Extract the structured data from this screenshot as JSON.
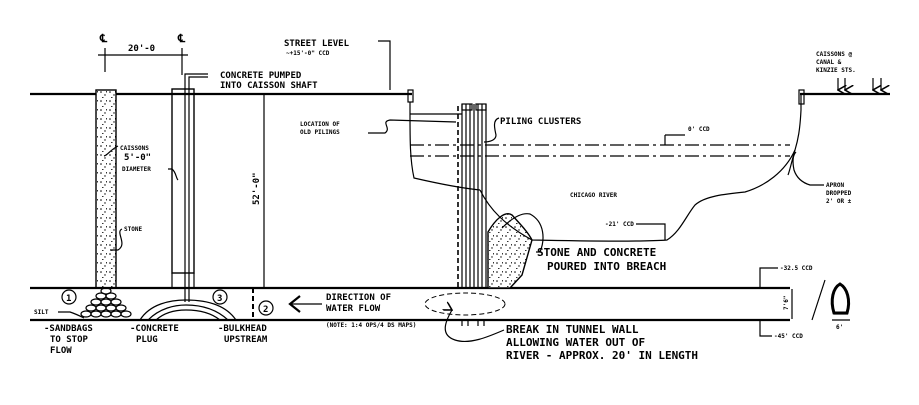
{
  "diagram": {
    "type": "engineering-section",
    "subject": "Chicago tunnel flood repair cross-section",
    "dimensions": {
      "centerline_spacing": "20'-0",
      "shaft_depth": "52'-0\"",
      "street_level_note": "~+15'-0\" CCD",
      "river_depth_top": "0' CCD",
      "river_bottom": "-21' CCD",
      "tunnel_top": "-32.5 CCD",
      "tunnel_bottom": "-45' CCD",
      "tunnel_section_width": "6'",
      "tunnel_height_note": "7'-6\""
    },
    "labels": {
      "centerline_left": "℄",
      "centerline_right": "℄",
      "street_level": "STREET LEVEL",
      "street_level_elev": "~+15'-0\" CCD",
      "concrete_pumped_1": "CONCRETE PUMPED",
      "concrete_pumped_2": "INTO CAISSON SHAFT",
      "caissons_1": "CAISSONS",
      "caissons_2": "5'-0\"",
      "caissons_3": "DIAMETER",
      "stone": "STONE",
      "depth_label": "52'-0\"",
      "silt": "SILT",
      "location_old_pilings_1": "LOCATION OF",
      "location_old_pilings_2": "OLD PILINGS",
      "piling_clusters": "PILING CLUSTERS",
      "river_datum": "0' CCD",
      "chicago_river": "CHICAGO RIVER",
      "river_bottom": "-21' CCD",
      "apron_dropped_1": "APRON",
      "apron_dropped_2": "DROPPED",
      "apron_dropped_3": "2' OR ±",
      "caissons_at_1": "CAISSONS @",
      "caissons_at_2": "CANAL &",
      "caissons_at_3": "KINZIE STS.",
      "stone_concrete_1": "STONE AND CONCRETE",
      "stone_concrete_2": "POURED INTO BREACH",
      "direction_1": "DIRECTION OF",
      "direction_2": "WATER FLOW",
      "direction_note": "(NOTE: 1:4 OPS/4 DS MAPS)",
      "tunnel_top_elev": "-32.5 CCD",
      "tunnel_bottom_elev": "-45' CCD",
      "tunnel_height": "7'6\"",
      "tunnel_width": "6'",
      "break_1": "BREAK IN TUNNEL WALL",
      "break_2": "ALLOWING WATER OUT OF",
      "break_3": "RIVER - APPROX. 20' IN LENGTH"
    },
    "legend": [
      {
        "number": "1",
        "text_lines": [
          "SANDBAGS",
          "TO STOP",
          "FLOW"
        ]
      },
      {
        "number": "2",
        "text_lines": [
          "BULKHEAD",
          "UPSTREAM"
        ]
      },
      {
        "number": "3",
        "text_lines": [
          "CONCRETE",
          "PLUG"
        ]
      }
    ],
    "colors": {
      "ink": "#000000",
      "paper": "#ffffff"
    }
  }
}
